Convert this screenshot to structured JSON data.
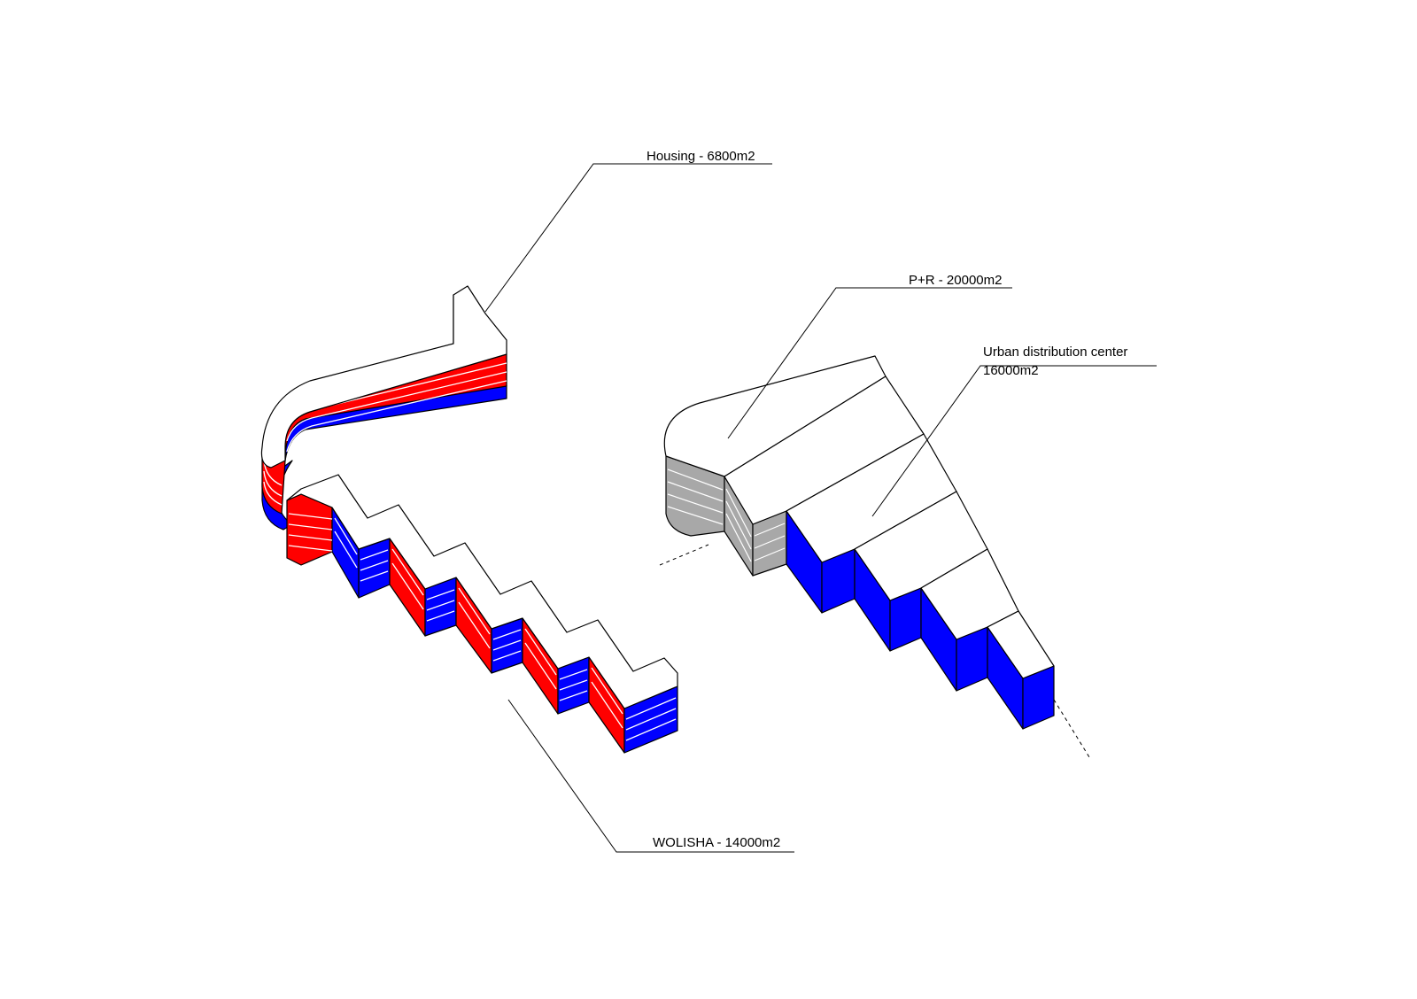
{
  "labels": {
    "housing": "Housing - 6800m2",
    "park_and_ride": "P+R - 20000m2",
    "udc_line1": "Urban distribution center",
    "udc_line2": "16000m2",
    "wolisha": "WOLISHA - 14000m2"
  },
  "colors": {
    "housing": "#ff0000",
    "wolisha": "#0000ff",
    "udc": "#0000ff",
    "park_and_ride": "#a8a8a8",
    "roof": "#ffffff",
    "background": "#ffffff"
  }
}
